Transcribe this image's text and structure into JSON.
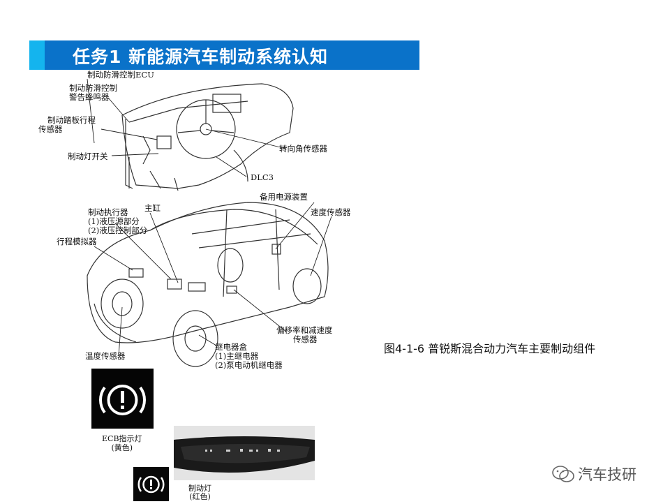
{
  "header": {
    "title": "任务1  新能源汽车制动系统认知"
  },
  "figure": {
    "labels": {
      "skid_ecu": "制动防滑控制ECU",
      "skid_buzzer_1": "制动防滑控制",
      "skid_buzzer_2": "警告蜂鸣器",
      "pedal_sensor_1": "制动踏板行程",
      "pedal_sensor_2": "传感器",
      "stop_switch": "制动灯开关",
      "steering_sensor": "转向角传感器",
      "dlc3": "DLC3",
      "backup_power": "备用电源装置",
      "speed_sensor": "速度传感器",
      "actuator_1": "制动执行器",
      "actuator_2": "(1)液压源部分",
      "actuator_3": "(2)液压控制部分",
      "master_cyl": "主缸",
      "stroke_sim": "行程模拟器",
      "yaw_1": "偏移率和减速度",
      "yaw_2": "传感器",
      "temp_sensor": "温度传感器",
      "relay_1": "继电器盒",
      "relay_2": "(1)主继电器",
      "relay_3": "(2)泵电动机继电器"
    }
  },
  "caption": "图4-1-6  普锐斯混合动力汽车主要制动组件",
  "ecb": {
    "label_1": "ECB指示灯",
    "label_2": "(黄色)"
  },
  "brake_lamp": {
    "label_1": "制动灯",
    "label_2": "(红色)"
  },
  "watermark": {
    "text": "汽车技研",
    "icon": "wechat-icon"
  },
  "colors": {
    "title_bar": "#0a72c9",
    "title_accent": "#14b4ee"
  }
}
